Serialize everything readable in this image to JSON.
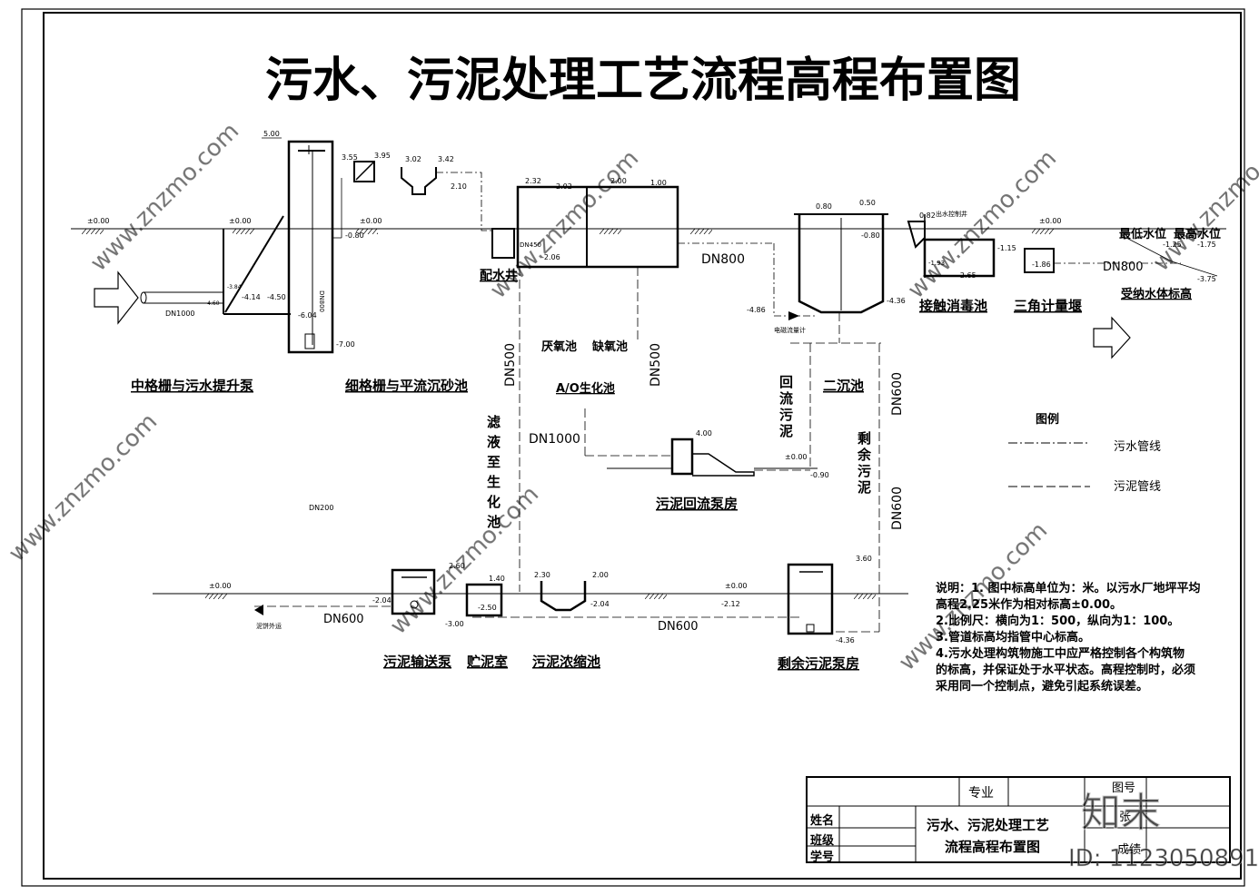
{
  "title": "污水、污泥处理工艺流程高程布置图",
  "units": {
    "lift_pump": "中格栅与污水提升泵",
    "fine_screen": "细格栅与平流沉砂池",
    "distribution_well": "配水井",
    "anoxic": "厌氧池",
    "anaerobic": "缺氧池",
    "ao_tank": "A/O生化池",
    "secondary_clarifier": "二沉池",
    "disinfection": "接触消毒池",
    "weir": "三角计量堰",
    "receiving_water": "受纳水体标高",
    "lowest_level": "最低水位",
    "highest_level": "最高水位",
    "return_pump": "污泥回流泵房",
    "sludge_pump": "污泥输送泵",
    "sludge_storage": "贮泥室",
    "thickener": "污泥浓缩池",
    "excess_pump": "剩余污泥泵房",
    "filtrate": [
      "滤",
      "液",
      "至",
      "生",
      "化",
      "池"
    ],
    "return_sludge": [
      "回",
      "流",
      "污",
      "泥"
    ],
    "excess_sludge": [
      "剩",
      "余",
      "污",
      "泥"
    ],
    "outflow_control_well": "出水控制井",
    "flowmeter": "电磁流量计",
    "sludge_out": "泥饼外运"
  },
  "pipes": {
    "dn1000_in": "DN1000",
    "dn800_a": "DN800",
    "dn800_b": "DN800",
    "dn500_a": "DN500",
    "dn500_b": "DN500",
    "dn1000_b": "DN1000",
    "dn600_a": "DN600",
    "dn600_b": "DN600",
    "dn600_c": "DN600",
    "dn600_d": "DN600",
    "dn450": "DN450",
    "dn800_small": "DN800",
    "dn200": "DN200"
  },
  "elevations": {
    "e500": "5.00",
    "e355": "3.55",
    "e395": "3.95",
    "e302": "3.02",
    "e342": "3.42",
    "e210": "2.10",
    "e232": "2.32",
    "e202": "2.02",
    "e200": "2.00",
    "e100": "1.00",
    "e080": "0.80",
    "e050": "0.50",
    "e082": "0.82",
    "z1": "±0.00",
    "z2": "±0.00",
    "z3": "±0.00",
    "z4": "±0.00",
    "z5": "±0.00",
    "z6": "±0.00",
    "z7": "±0.00",
    "m080a": "-0.80",
    "m080b": "-0.80",
    "m206": "-2.06",
    "m115": "-1.15",
    "m193": "-1.93",
    "m265": "-2.65",
    "m186": "-1.86",
    "m125": "-1.25",
    "m175": "-1.75",
    "m375": "-3.75",
    "m414": "-4.14",
    "m450": "-4.50",
    "m604": "-6.04",
    "m700": "-7.00",
    "m486": "-4.86",
    "m436": "-4.36",
    "e400": "4.00",
    "m090": "-0.90",
    "e260": "2.60",
    "e140": "1.40",
    "e230": "2.30",
    "e200b": "2.00",
    "m204a": "-2.04",
    "m250": "-2.50",
    "m300": "-3.00",
    "m204b": "-2.04",
    "m212": "-2.12",
    "e360": "3.60",
    "m436b": "-4.36",
    "m384": "-3.84",
    "m460": "-4.60"
  },
  "legend": {
    "title": "图例",
    "sewage": "污水管线",
    "sludge": "污泥管线"
  },
  "notes": [
    "说明：1. 图中标高单位为：米。以污水厂地坪平均",
    "高程2.25米作为相对标高±0.00。",
    "2.比例尺：横向为1：500，纵向为1：100。",
    "3.管道标高均指管中心标高。",
    "4.污水处理构筑物施工中应严格控制各个构筑物",
    "的标高，并保证处于水平状态。高程控制时，必须",
    "采用同一个控制点，避免引起系统误差。"
  ],
  "title_block": {
    "major": "专业",
    "name": "姓名",
    "class": "班级",
    "student_id": "学号",
    "drawing_title_1": "污水、污泥处理工艺",
    "drawing_title_2": "流程高程布置图",
    "drawing_no": "图号",
    "sheet": "张",
    "score": "成绩"
  },
  "watermark": {
    "text": "www.znzmo.com",
    "brand": "知末",
    "id": "ID: 1123050891"
  }
}
